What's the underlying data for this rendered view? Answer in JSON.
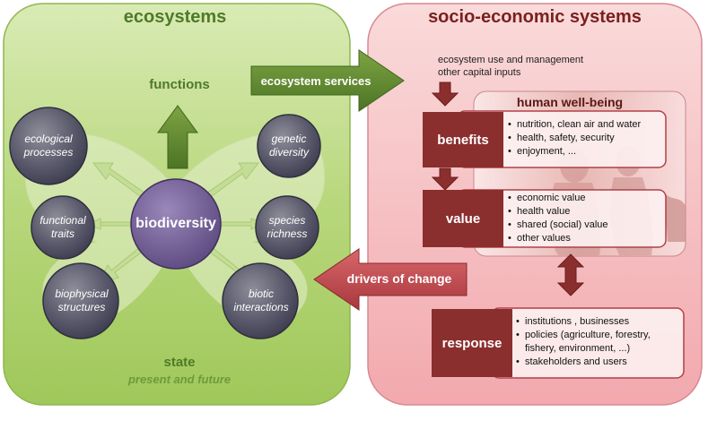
{
  "ecosystems": {
    "title": "ecosystems",
    "functions_label": "functions",
    "state_label": "state",
    "state_sublabel": "present and future",
    "center_circle": "biodiversity",
    "circles": {
      "ecological_processes": "ecological processes",
      "functional_traits": "functional traits",
      "biophysical_structures": "biophysical structures",
      "genetic_diversity": "genetic diversity",
      "species_richness": "species richness",
      "biotic_interactions": "biotic interactions"
    }
  },
  "arrows": {
    "ecosystem_services": "ecosystem services",
    "drivers_of_change": "drivers of change"
  },
  "socio": {
    "title": "socio-economic systems",
    "inputs_line1": "ecosystem use and management",
    "inputs_line2": "other capital inputs",
    "human_wellbeing": "human well-being",
    "benefits": {
      "label": "benefits",
      "items": [
        "nutrition, clean air and water",
        "health, safety, security",
        "enjoyment, ..."
      ]
    },
    "value": {
      "label": "value",
      "items": [
        "economic value",
        "health value",
        "shared (social) value",
        "other values"
      ]
    },
    "response": {
      "label": "response",
      "items": [
        "institutions , businesses",
        "policies (agriculture, forestry,",
        "fishery, environment, ...)",
        "stakeholders and users"
      ]
    }
  },
  "colors": {
    "eco_panel": "#b5d67a",
    "socio_panel": "#f4bcc0",
    "dark_red": "#8b2e2e",
    "green_arrow": "#5e8a30",
    "red_arrow": "#c0494e",
    "circle_fill": "#4d4d63",
    "bio_fill": "#6b5a8e"
  }
}
